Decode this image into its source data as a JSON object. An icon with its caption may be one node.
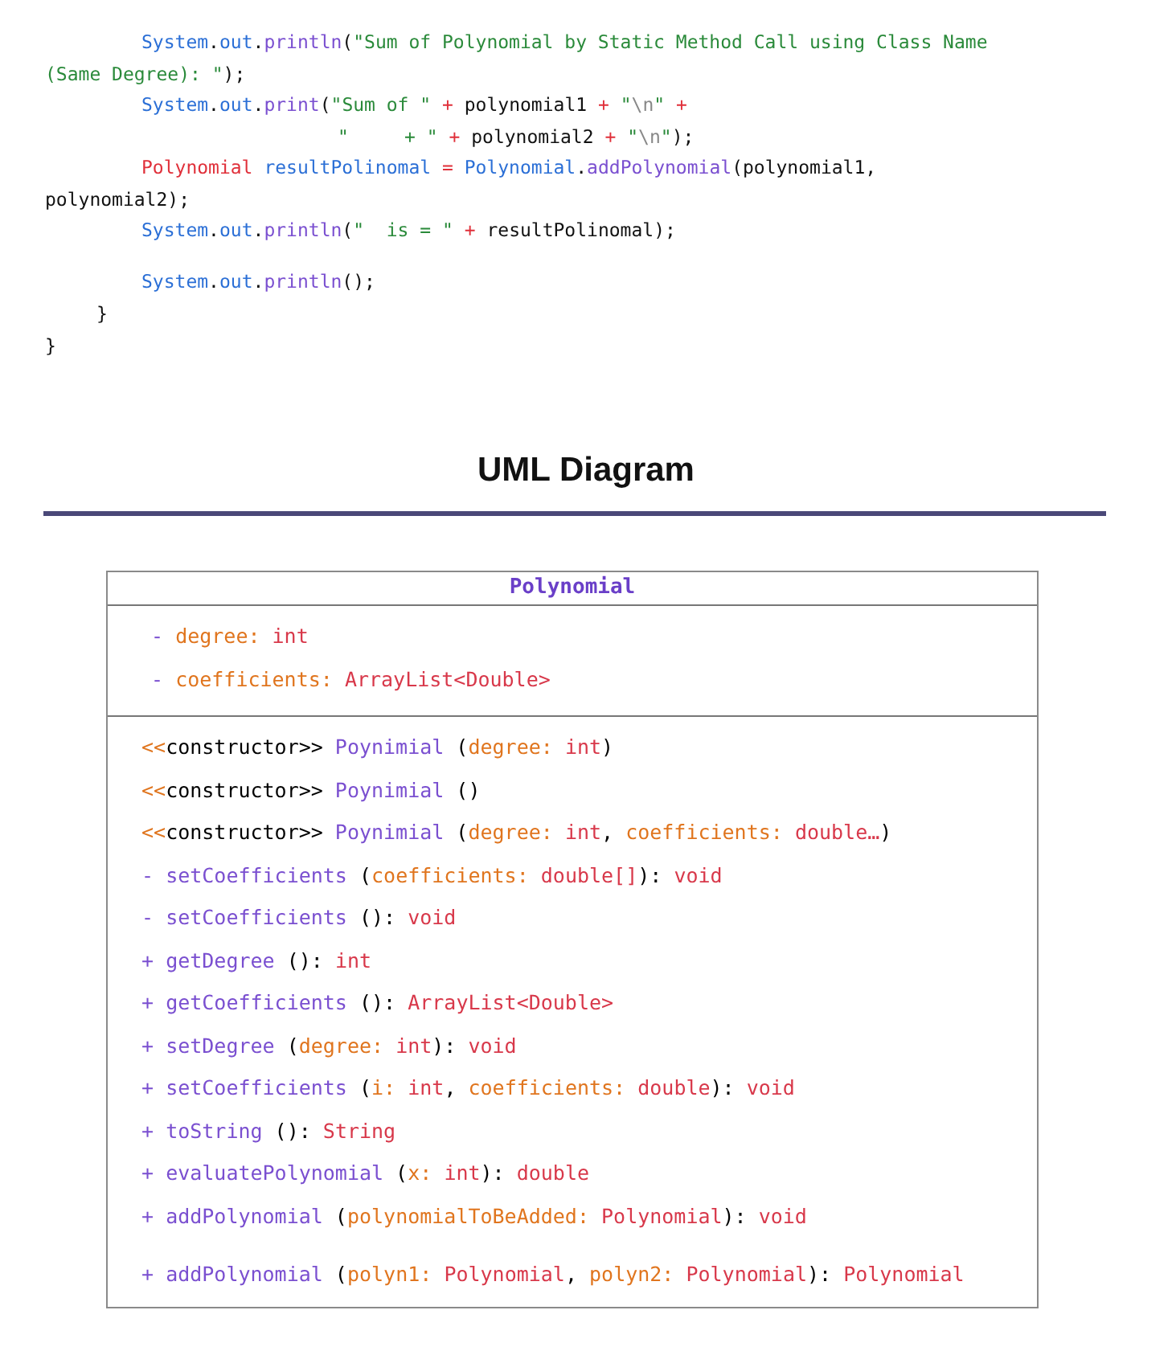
{
  "diagram": {
    "title": "UML Diagram",
    "nodes": [
      {
        "text": [
          "Polynomial"
        ]
      },
      {
        "text": [
          "- degree: int",
          "- coefficients: ArrayList<Double>"
        ],
        "in": 0
      },
      {
        "text": [
          "<<constructor>> Poynimial (degree: int)",
          "<<constructor>> Poynimial ()",
          "<<constructor>> Poynimial (degree: int, coefficients: double…)",
          "- setCoefficients (coefficients: double[]): void",
          "- setCoefficients (): void",
          "+ getDegree (): int",
          "+ getCoefficients (): ArrayList<Double>",
          "+ setDegree (degree: int): void",
          "+ setCoefficients (i: int, coefficients: double): void",
          "+ toString (): String",
          "+ evaluatePolynomial (x: int): double",
          "+ addPolynomial (polynomialToBeAdded: Polynomial): void",
          "+ addPolynomial (polyn1: Polynomial, polyn2: Polynomial): Polynomial"
        ],
        "in": 0
      }
    ],
    "labels": [
      "System.out.println(\"Sum of Polynomial by Static Method Call using Class Name (Same Degree): \");",
      "System.out.print(\"Sum of \" + polynomial1 + \"\\n\" +",
      "\"     + \" + polynomial2 + \"\\n\");",
      "Polynomial resultPolinomal = Polynomial.addPolynomial(polynomial1, polynomial2);",
      "System.out.println(\"  is = \" + resultPolinomal);",
      "System.out.println();",
      "}",
      "}"
    ]
  }
}
